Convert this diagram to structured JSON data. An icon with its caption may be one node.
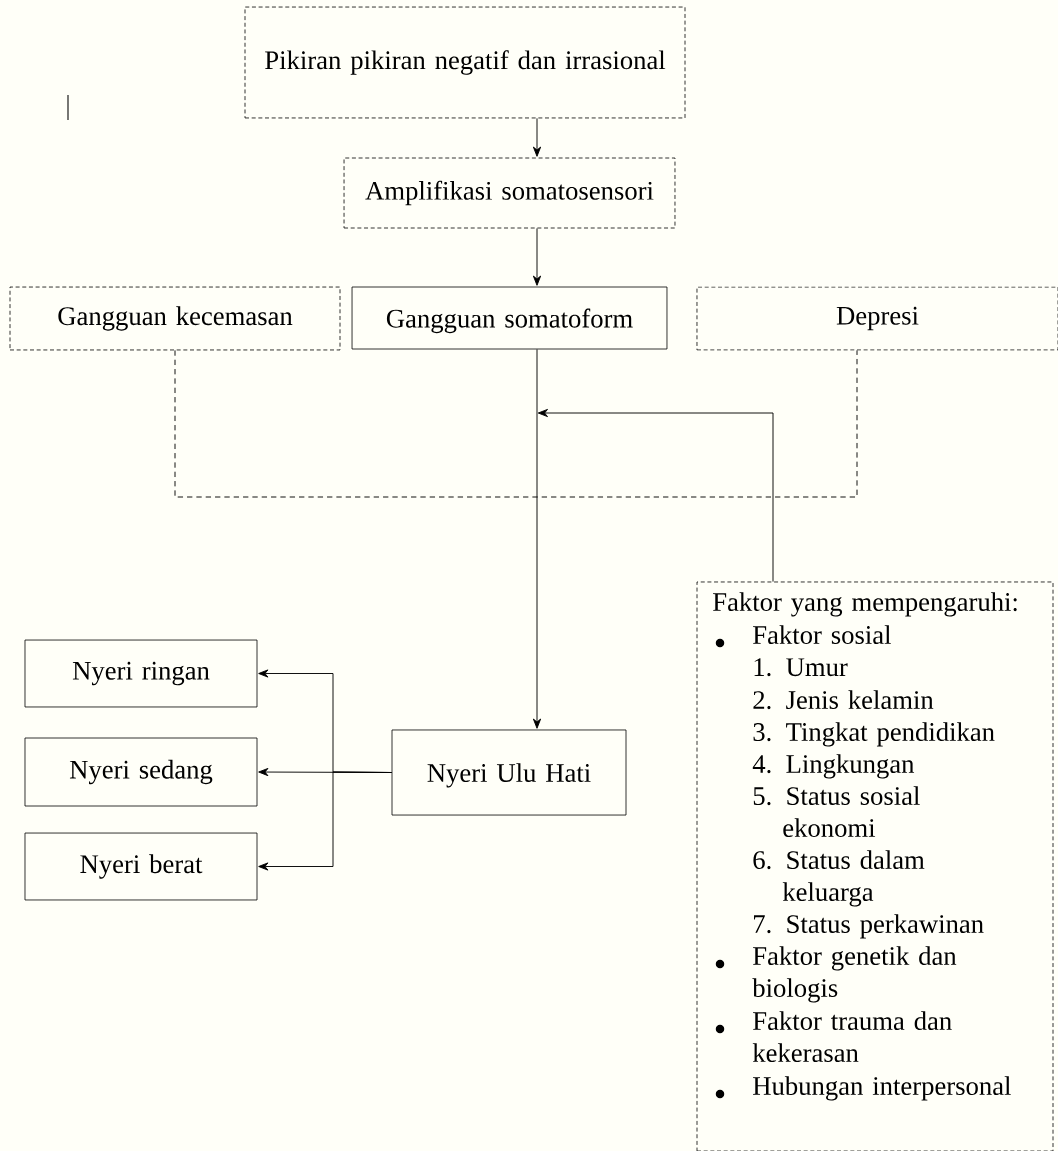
{
  "diagram": {
    "nodes": [
      {
        "text": [
          "Pikiran pikiran negatif dan irrasional"
        ]
      },
      {
        "text": [
          "Amplifikasi somatosensori"
        ]
      },
      {
        "text": [
          "Gangguan kecemasan"
        ]
      },
      {
        "text": [
          "Gangguan somatoform"
        ]
      },
      {
        "text": [
          "Depresi"
        ]
      },
      {
        "text": [
          "Nyeri Ulu Hati"
        ]
      },
      {
        "text": [
          "Faktor yang mempengaruhi:",
          "Faktor sosial",
          "1. Umur",
          "2. Jenis kelamin",
          "3. Tingkat pendidikan",
          "4. Lingkungan",
          "5. Status sosial ekonomi",
          "6. Status dalam keluarga",
          "7. Status perkawinan",
          "Faktor genetik dan biologis",
          "Faktor trauma dan kekerasan",
          "Hubungan interpersonal"
        ]
      },
      {
        "text": [
          "Nyeri ringan"
        ]
      },
      {
        "text": [
          "Nyeri sedang"
        ]
      },
      {
        "text": [
          "Nyeri berat"
        ]
      }
    ],
    "edges": [
      {
        "from": 0,
        "to": 1,
        "arrow": "to"
      },
      {
        "from": 1,
        "to": 3,
        "arrow": "to"
      },
      {
        "from": 3,
        "to": 5,
        "arrow": "to"
      },
      {
        "from": 2,
        "to": 4,
        "arrow": "none",
        "style": "dashed"
      },
      {
        "from": 6,
        "to": null,
        "arrow": "to"
      },
      {
        "from": 5,
        "to": 7,
        "arrow": "to"
      },
      {
        "from": 5,
        "to": 8,
        "arrow": "to"
      },
      {
        "from": 5,
        "to": 9,
        "arrow": "to"
      }
    ]
  }
}
